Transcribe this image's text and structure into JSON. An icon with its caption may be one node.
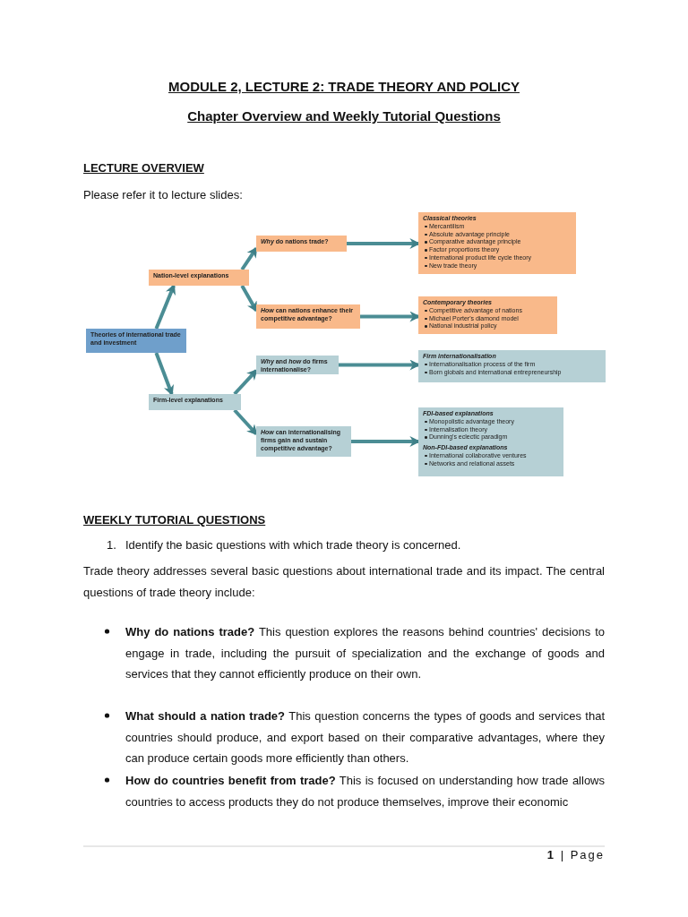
{
  "diagram": {
    "title": "MODULE 2, LECTURE 2: TRADE THEORY AND POLICY",
    "nodes": [
      {
        "text": [
          "Theories of international trade and investment"
        ]
      },
      {
        "text": [
          "**Nation**-level explanations"
        ]
      },
      {
        "text": [
          "Firm-level explanations"
        ]
      },
      {
        "text": [
          "*Why* do nations trade?"
        ]
      },
      {
        "text": [
          "*How* can nations enhance their competitive advantage?"
        ]
      },
      {
        "text": [
          "*Why* and *how* do firms internationalise?"
        ]
      },
      {
        "text": [
          "*How* can internationalising firms gain and sustain competitive advantage?"
        ]
      },
      {
        "text": [
          "Classical theories",
          "Mercantilism",
          "Absolute advantage principle",
          "Comparative advantage principle",
          "Factor proportions theory",
          "International product life cycle theory",
          "New trade theory"
        ]
      },
      {
        "text": [
          "Contemporary theories",
          "Competitive advantage of nations",
          "Michael Porter's diamond model",
          "National industrial policy"
        ]
      },
      {
        "text": [
          "Firm internationalisation",
          "Internationalisation process of the firm",
          "Born globals and international entrepreneurship"
        ]
      },
      {
        "text": [
          "FDI-based explanations",
          "Monopolistic advantage theory",
          "Internalisation theory",
          "Dunning's eclectic paradigm",
          "Non-FDI-based explanations",
          "International collaborative ventures",
          "Networks and relational assets"
        ]
      }
    ],
    "edges": [
      {
        "from": 0,
        "to": 1,
        "arrow": "to"
      },
      {
        "from": 0,
        "to": 2,
        "arrow": "to"
      },
      {
        "from": 1,
        "to": 3,
        "arrow": "to"
      },
      {
        "from": 1,
        "to": 4,
        "arrow": "to"
      },
      {
        "from": 2,
        "to": 5,
        "arrow": "to"
      },
      {
        "from": 2,
        "to": 6,
        "arrow": "to"
      },
      {
        "from": 3,
        "to": 7,
        "arrow": "to"
      },
      {
        "from": 4,
        "to": 8,
        "arrow": "to"
      },
      {
        "from": 5,
        "to": 9,
        "arrow": "to"
      },
      {
        "from": 6,
        "to": 10,
        "arrow": "to"
      }
    ],
    "labels": [
      "Chapter Overview and Weekly Tutorial Questions",
      "LECTURE OVERVIEW",
      "Please refer it to lecture slides:",
      "WEEKLY TUTORIAL QUESTIONS",
      "1.",
      "Identify the basic questions with which trade theory is concerned.",
      "Trade theory addresses several basic questions about international trade and its impact. The central questions of trade theory include:",
      "**Why do nations trade?** This question explores the reasons behind countries' decisions to engage in trade, including the pursuit of specialization and the exchange of goods and services that they cannot efficiently produce on their own.",
      "**What should a nation trade?** This question concerns the types of goods and services that countries should produce, and export based on their comparative advantages, where they can produce certain goods more efficiently than others.",
      "**How do countries benefit from trade?** This is focused on understanding how trade allows countries to access products they do not produce themselves, improve their economic",
      "**1** | Page"
    ]
  }
}
